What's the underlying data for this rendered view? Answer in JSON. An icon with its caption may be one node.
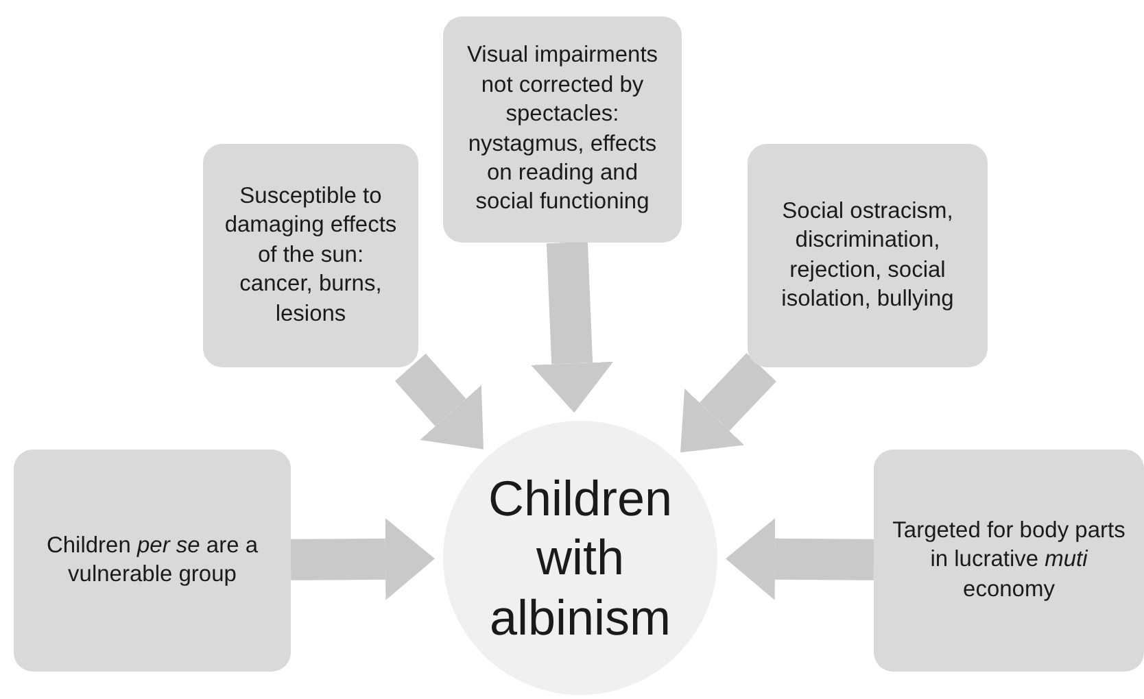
{
  "diagram": {
    "nodes": [
      {
        "text": [
          "Susceptible to damaging effects of the sun: cancer, burns, lesions"
        ]
      },
      {
        "text": [
          "Visual impairments not corrected by spectacles: nystagmus, effects on reading and social functioning"
        ]
      },
      {
        "text": [
          "Social ostracism, discrimination, rejection, social isolation, bullying"
        ]
      },
      {
        "text": [
          "Children *per se* are a vulnerable group"
        ]
      },
      {
        "text": [
          "Children with albinism"
        ]
      },
      {
        "text": [
          "Targeted for body parts in lucrative *muti* economy"
        ]
      }
    ],
    "edges": [
      {
        "from": 0,
        "to": 4,
        "arrow": "to"
      },
      {
        "from": 1,
        "to": 4,
        "arrow": "to"
      },
      {
        "from": 2,
        "to": 4,
        "arrow": "to"
      },
      {
        "from": 3,
        "to": 4,
        "arrow": "to"
      },
      {
        "from": 5,
        "to": 4,
        "arrow": "to"
      }
    ]
  }
}
